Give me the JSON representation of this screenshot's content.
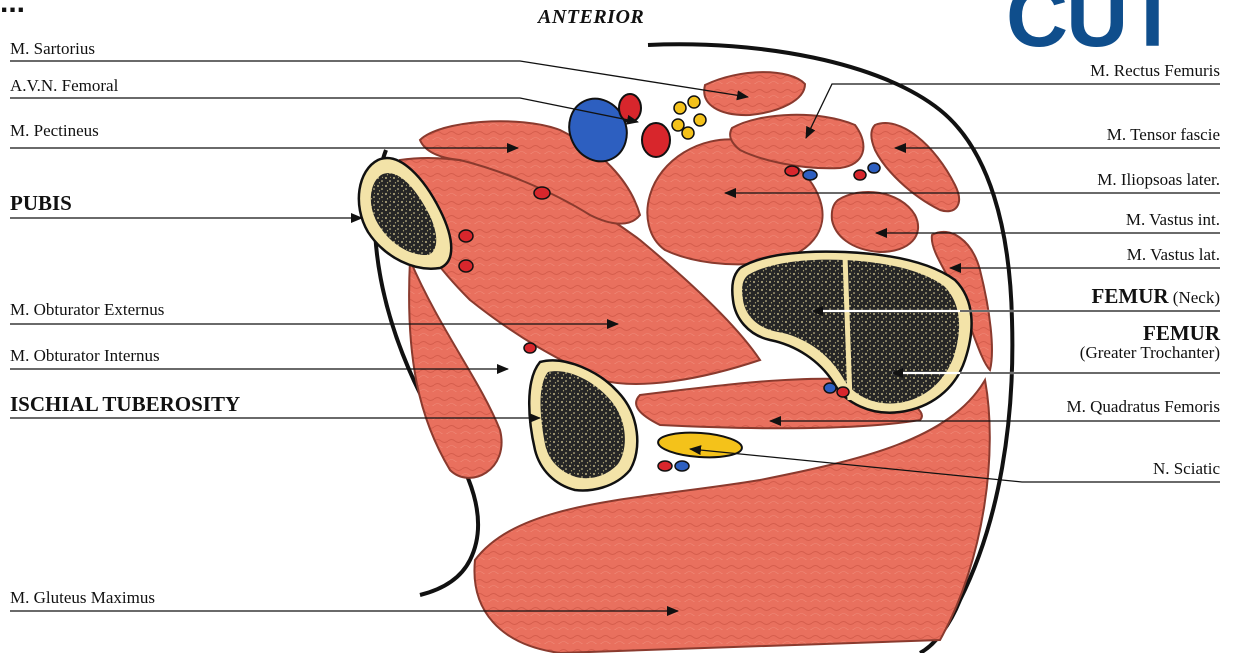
{
  "header": {
    "orientation": "ANTERIOR",
    "brand": "CUT",
    "corner_fragment": "..."
  },
  "colors": {
    "muscle": "#e9705e",
    "muscle_edge": "#b84636",
    "bone_rim": "#f3e3a8",
    "marrow": "#2b2b2b",
    "vein": "#2d5fc0",
    "artery": "#d8262c",
    "nerve": "#f4c21a",
    "brand": "#0f4e8c"
  },
  "labels_left": [
    {
      "id": "sartorius",
      "text": "M. Sartorius",
      "bold": false
    },
    {
      "id": "avn-femoral",
      "text": "A.V.N. Femoral",
      "bold": false
    },
    {
      "id": "pectineus",
      "text": "M. Pectineus",
      "bold": false
    },
    {
      "id": "pubis",
      "text": "PUBIS",
      "bold": true
    },
    {
      "id": "obturator-externus",
      "text": "M. Obturator Externus",
      "bold": false
    },
    {
      "id": "obturator-internus",
      "text": "M. Obturator Internus",
      "bold": false
    },
    {
      "id": "ischial-tuberosity",
      "text": "ISCHIAL TUBEROSITY",
      "bold": true
    },
    {
      "id": "gluteus-maximus",
      "text": "M. Gluteus Maximus",
      "bold": false
    }
  ],
  "labels_right": [
    {
      "id": "rectus-femoris",
      "text": "M. Rectus Femuris"
    },
    {
      "id": "tensor-fascie",
      "text": "M. Tensor fascie"
    },
    {
      "id": "iliopsoas",
      "text": "M. Iliopsoas later."
    },
    {
      "id": "vastus-int",
      "text": "M. Vastus int."
    },
    {
      "id": "vastus-lat",
      "text": "M. Vastus lat."
    },
    {
      "id": "femur-neck",
      "text": "FEMUR",
      "sub": "(Neck)"
    },
    {
      "id": "femur-trochanter",
      "text": "FEMUR",
      "sub": "(Greater Trochanter)"
    },
    {
      "id": "quadratus-femoris",
      "text": "M. Quadratus Femoris"
    },
    {
      "id": "sciatic",
      "text": "N. Sciatic"
    }
  ]
}
